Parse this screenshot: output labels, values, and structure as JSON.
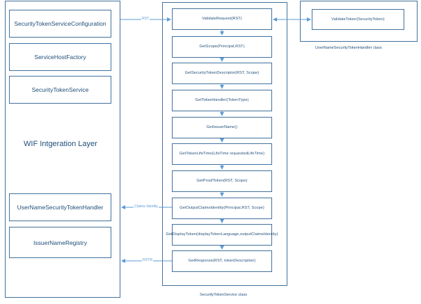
{
  "wif_layer": {
    "title": "WIF Intgeration Layer",
    "boxes": [
      "SecurityTokenServiceConfiguration",
      "ServiceHostFactory",
      "SecurityTokenService",
      "UserNameSecurityTokenHandler",
      "IssuerNameRegistry"
    ]
  },
  "sts_class": {
    "caption": "SecurityTokenService class",
    "steps": [
      "ValidateRequest(RST)",
      "GetScope(Principal,RST)",
      "GetSecurityTokenDescriptor(RST, Scope)",
      "GetTokenHandler(TokenType)",
      "GetIssuerName()",
      "GetTokenLifeTime(LifeTime requestedLifeTime)",
      "GetProofToken(RST, Scope)",
      "GetOutputClaimsIdentity(Principal,RST, Scope)",
      "GetDisplayToken(displayTokenLanguage,outputClaimsIdentity)",
      "GetResponse(RST, tokenDescription)"
    ]
  },
  "handler_class": {
    "caption": "UserNameSecurityTokenHandler class",
    "step": "ValidateToken(SecurityToken)"
  },
  "arrows": {
    "rst": "RST",
    "claims_identity": "Claims Identity",
    "rstr": "RSTR"
  },
  "colors": {
    "border": "#41719c",
    "arrow": "#5b9bd5",
    "text": "#1f4e79"
  }
}
